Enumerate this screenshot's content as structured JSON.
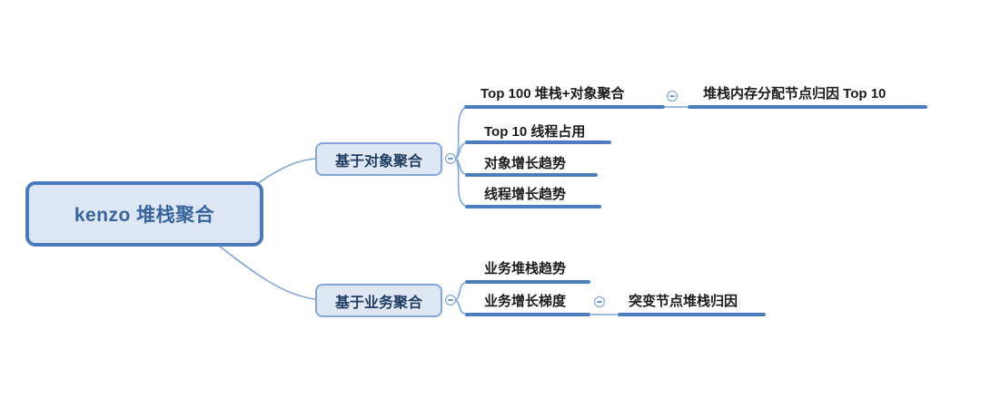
{
  "mindmap": {
    "title": "kenzo 堆栈聚合 mind map",
    "colors": {
      "root_border": "#4a7abc",
      "node_fill": "#dce6f4",
      "l1_border": "#80a6da",
      "root_text": "#38649e",
      "l1_text": "#1f3d61",
      "leaf_text": "#1b1b1b",
      "underline": "#4c7dbf",
      "connector": "#7fa6d9",
      "background": "#ffffff"
    },
    "icons": {
      "collapse": "minus-circle-icon"
    },
    "root": {
      "label": "kenzo 堆栈聚合"
    },
    "branches": [
      {
        "label": "基于对象聚合",
        "children": [
          {
            "label": "Top 100 堆栈+对象聚合",
            "children": [
              {
                "label": "堆栈内存分配节点归因 Top 10"
              }
            ]
          },
          {
            "label": "Top 10 线程占用"
          },
          {
            "label": "对象增长趋势"
          },
          {
            "label": "线程增长趋势"
          }
        ]
      },
      {
        "label": "基于业务聚合",
        "children": [
          {
            "label": "业务堆栈趋势"
          },
          {
            "label": "业务增长梯度",
            "children": [
              {
                "label": "突变节点堆栈归因"
              }
            ]
          }
        ]
      }
    ]
  }
}
